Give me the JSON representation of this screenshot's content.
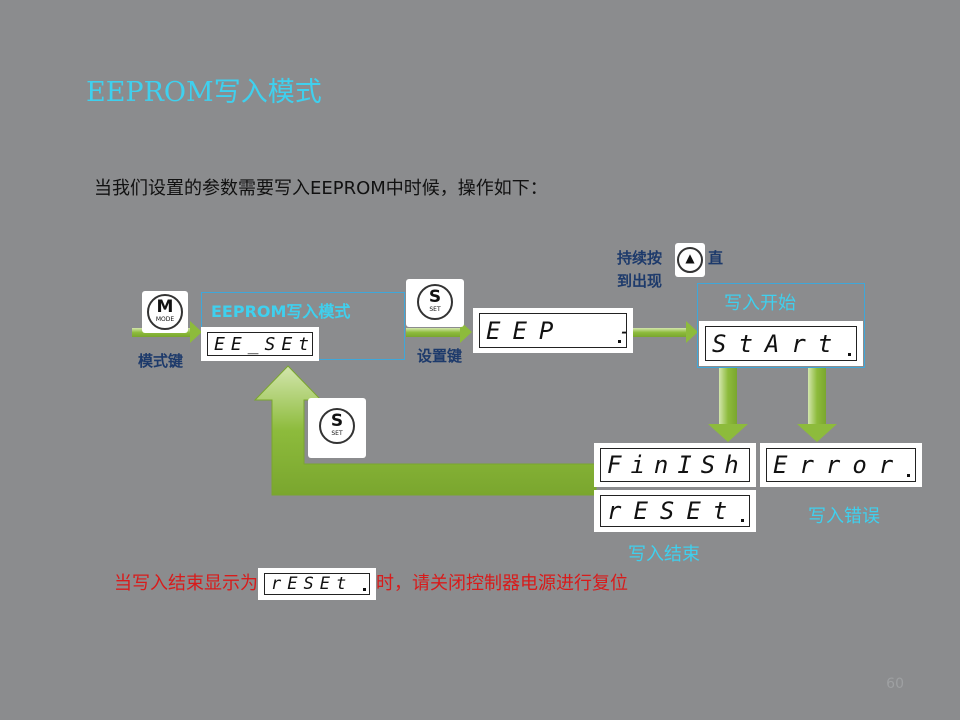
{
  "slide": {
    "title": "EEPROM写入模式",
    "intro": "当我们设置的参数需要写入EEPROM中时候，操作如下：",
    "page_number": "60"
  },
  "keys": {
    "mode_letter": "M",
    "mode_sub": "MODE",
    "set_letter": "S",
    "set_sub": "SET",
    "up_arrow": "▲"
  },
  "labels": {
    "mode_key": "模式键",
    "set_key": "设置键",
    "eeprom_mode": "EEPROM写入模式",
    "hold_press_a": "持续按",
    "hold_press_b": "直",
    "hold_press_c": "到出现",
    "write_start": "写入开始",
    "write_error": "写入错误",
    "write_end": "写入结束"
  },
  "displays": {
    "ee_set": "EE_SEt",
    "eep": "EEP  -",
    "start": "StArt",
    "finish": "FinISh",
    "error": "Error",
    "reset": "rESEt",
    "reset_note": "rESEt"
  },
  "note": {
    "before": "当写入结束显示为",
    "after": "时，请关闭控制器电源进行复位"
  },
  "colors": {
    "background": "#8b8c8e",
    "title": "#3fd0ee",
    "arrow_fill": "#8dbb3c",
    "note_text": "#d81b1b",
    "label_dark": "#1d3a6b"
  }
}
